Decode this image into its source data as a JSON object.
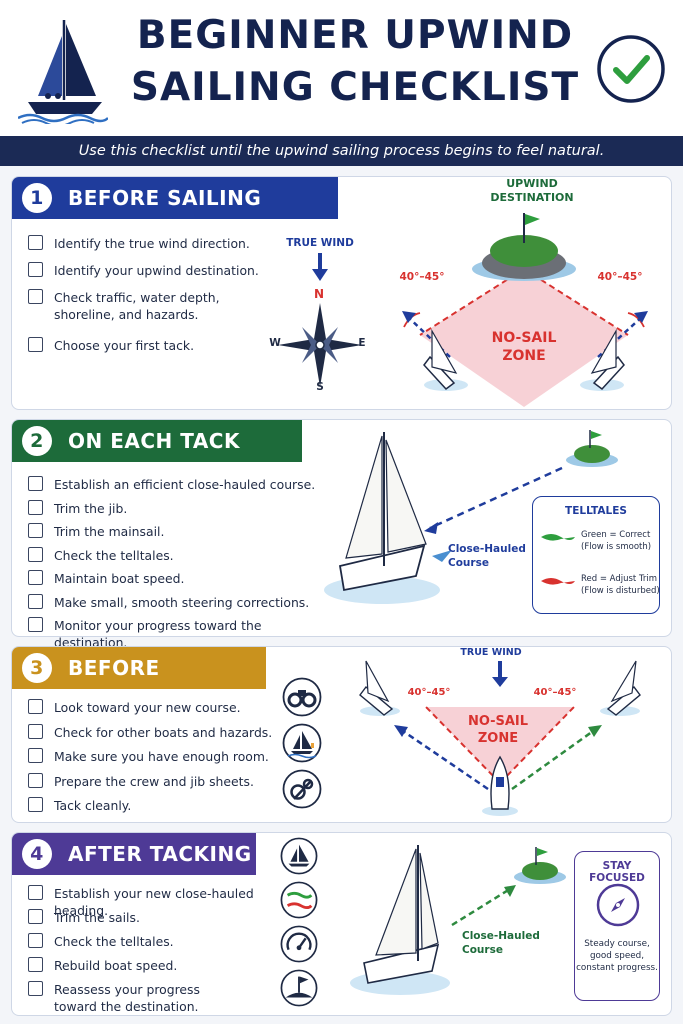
{
  "header": {
    "title_line1": "BEGINNER UPWIND",
    "title_line2": "SAILING CHECKLIST",
    "subtitle": "Use this checklist until the upwind sailing process begins to feel natural."
  },
  "sections": [
    {
      "number": "1",
      "title": "BEFORE SAILING UPWIND",
      "color": "#1f3c9c",
      "items": [
        "Identify the true wind direction.",
        "Identify your upwind destination.",
        "Check traffic, water depth, shoreline, and hazards.",
        "Choose your first tack."
      ]
    },
    {
      "number": "2",
      "title": "ON EACH TACK",
      "color": "#1d6b3a",
      "items": [
        "Establish an efficient close-hauled course.",
        "Trim the jib.",
        "Trim the mainsail.",
        "Check the telltales.",
        "Maintain boat speed.",
        "Make small, smooth steering corrections.",
        "Monitor your progress toward the destination."
      ]
    },
    {
      "number": "3",
      "title": "BEFORE TACKING",
      "color": "#c9921e",
      "items": [
        "Look toward your new course.",
        "Check for other boats and hazards.",
        "Make sure you have enough room.",
        "Prepare the crew and jib sheets.",
        "Tack cleanly."
      ]
    },
    {
      "number": "4",
      "title": "AFTER TACKING",
      "color": "#4e3a96",
      "items": [
        "Establish your new close-hauled heading.",
        "Trim the sails.",
        "Check the telltales.",
        "Rebuild boat speed.",
        "Reassess your progress toward the destination."
      ]
    }
  ],
  "diagram1": {
    "true_wind": "TRUE WIND",
    "n": "N",
    "s": "S",
    "e": "E",
    "w": "W",
    "destination_line1": "UPWIND",
    "destination_line2": "DESTINATION",
    "angle_left": "40°–45°",
    "angle_right": "40°–45°",
    "no_sail_line1": "NO-SAIL",
    "no_sail_line2": "ZONE"
  },
  "diagram2": {
    "course_line1": "Close-Hauled",
    "course_line2": "Course",
    "telltales_title": "TELLTALES",
    "green_line1": "Green = Correct",
    "green_line2": "(Flow is smooth)",
    "red_line1": "Red = Adjust Trim",
    "red_line2": "(Flow is disturbed)",
    "green_color": "#2e9e3e",
    "red_color": "#d8322f"
  },
  "diagram3": {
    "true_wind": "TRUE WIND",
    "angle_left": "40°–45°",
    "angle_right": "40°–45°",
    "no_sail_line1": "NO-SAIL",
    "no_sail_line2": "ZONE",
    "icons": [
      "binoculars-icon",
      "sailboat-icon",
      "rope-icon"
    ]
  },
  "diagram4": {
    "course_line1": "Close-Hauled",
    "course_line2": "Course",
    "focus_title": "STAY FOCUSED",
    "focus_line1": "Steady course,",
    "focus_line2": "good speed,",
    "focus_line3": "constant progress.",
    "icons": [
      "sailboat-icon",
      "telltale-icon",
      "speed-gauge-icon",
      "flag-island-icon"
    ]
  }
}
